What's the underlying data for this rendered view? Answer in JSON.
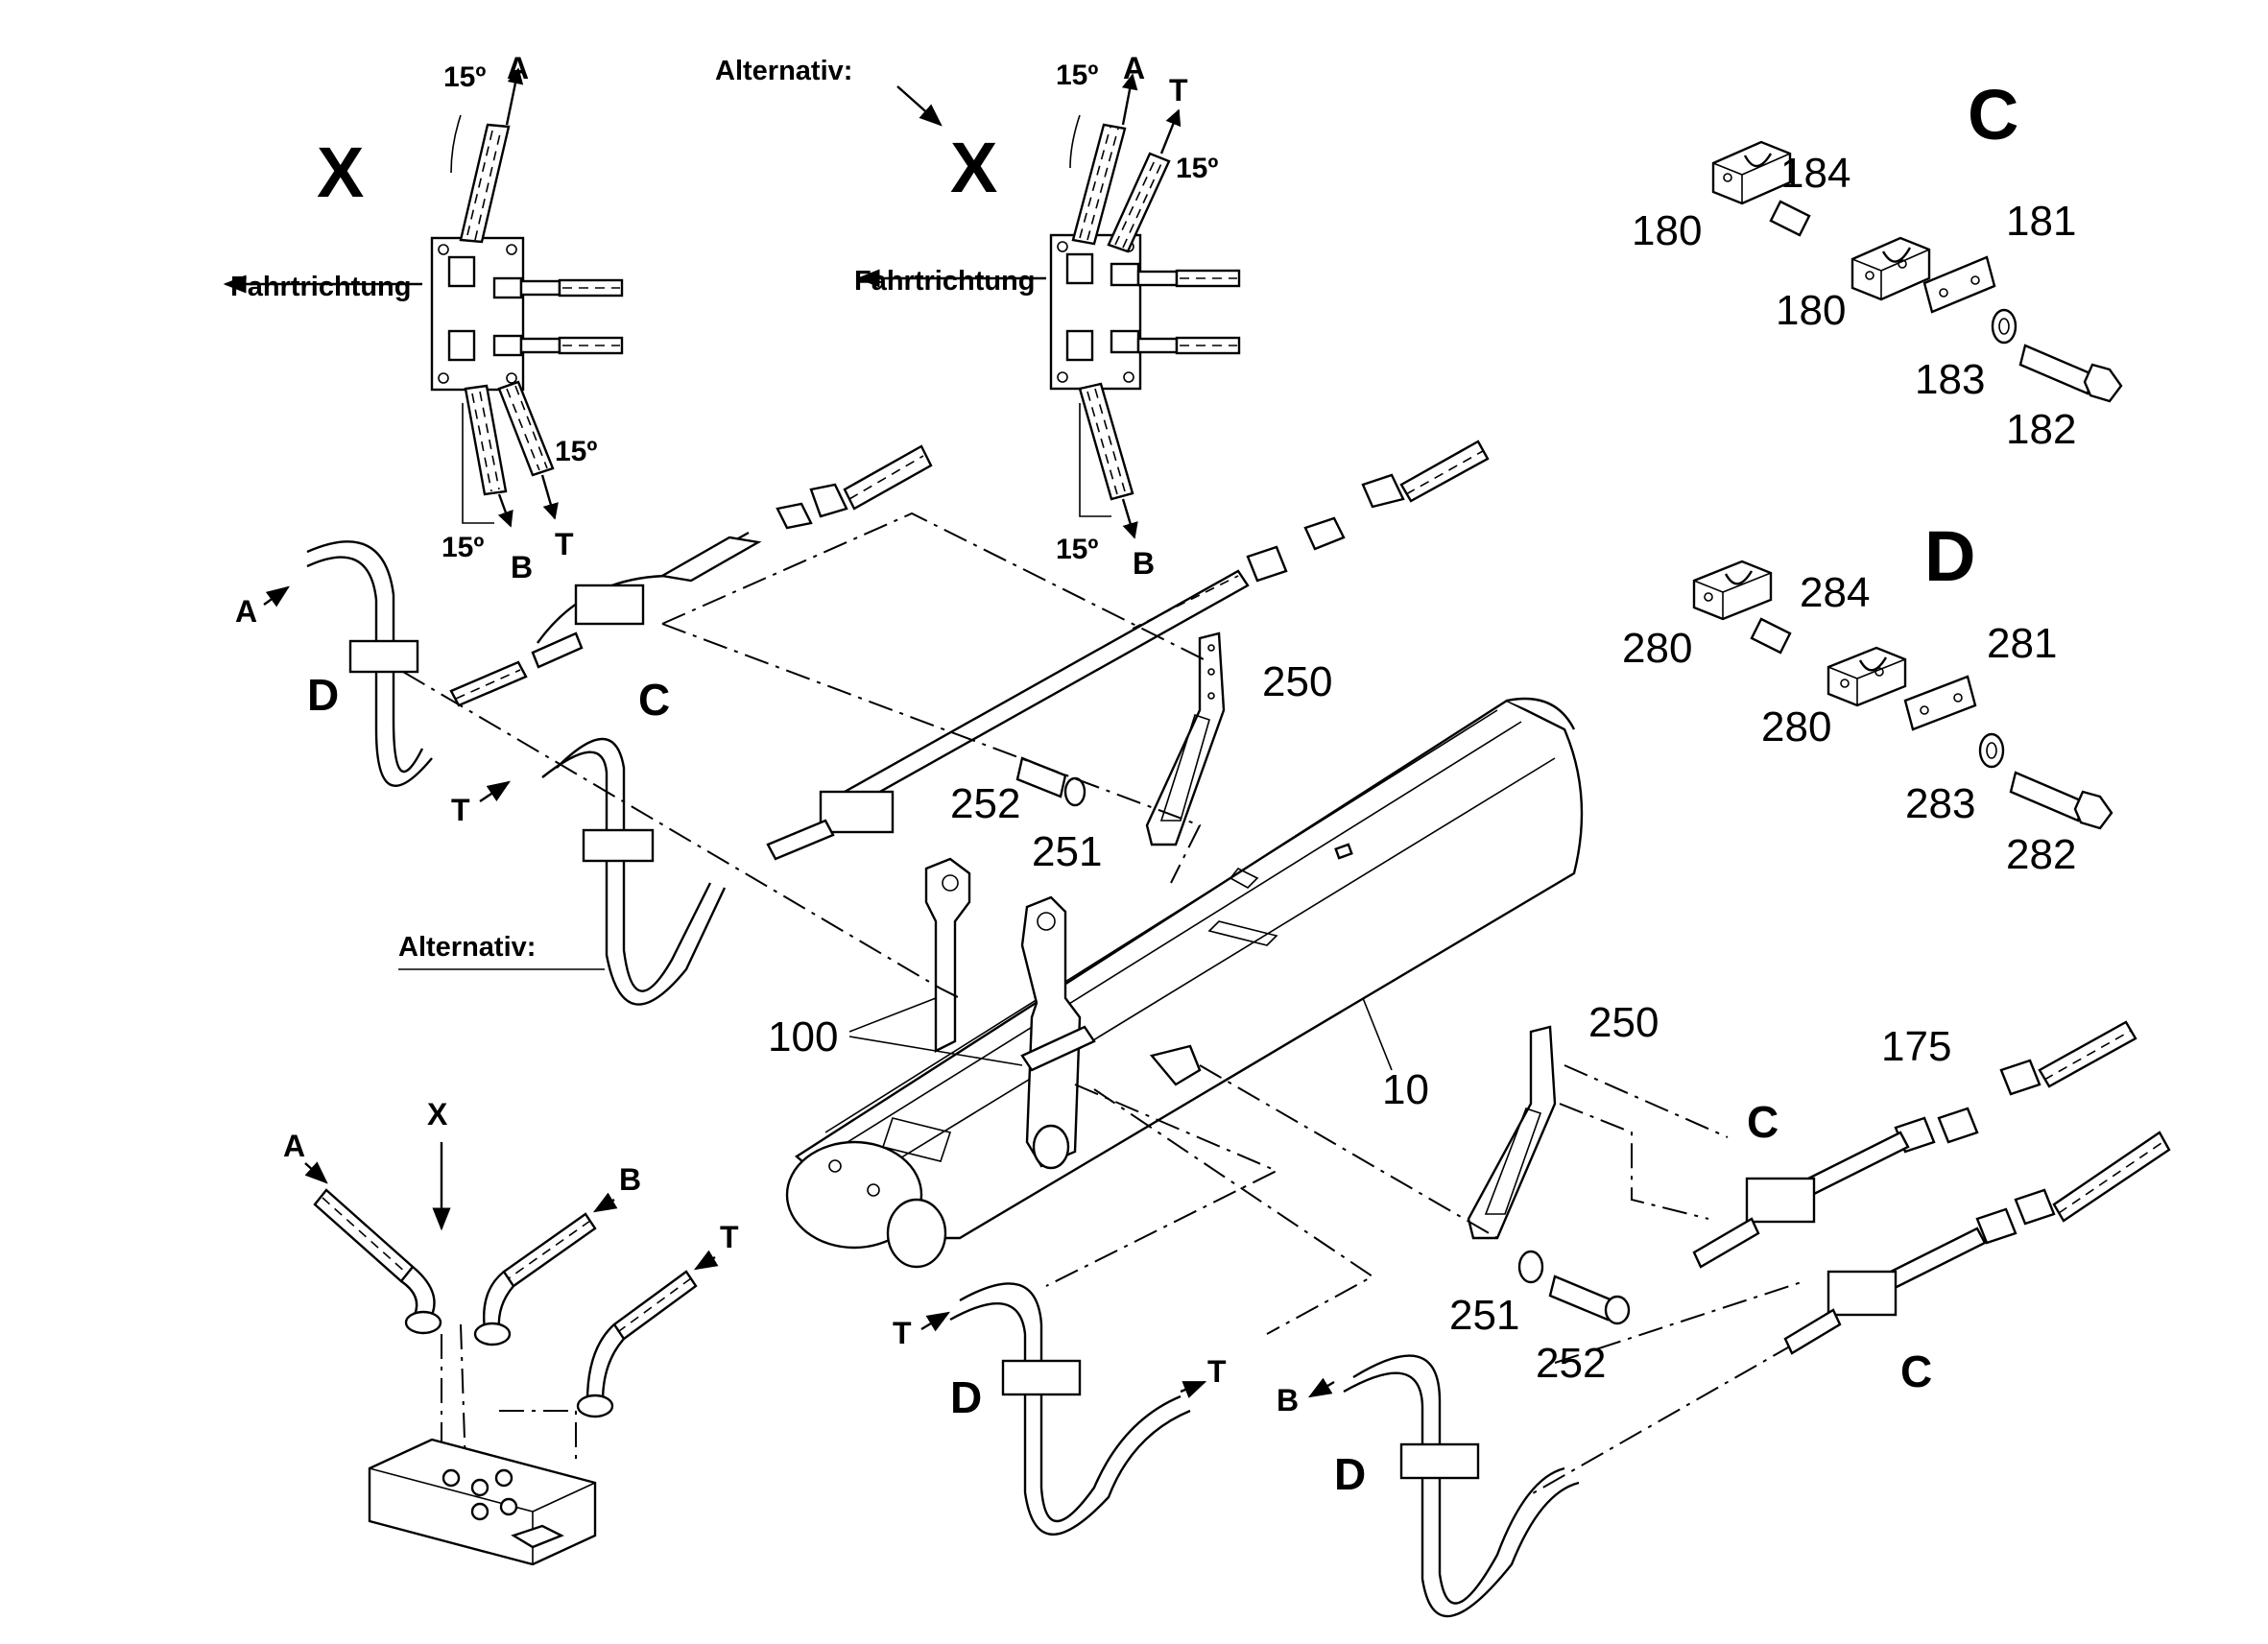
{
  "labels": {
    "x_view_left": "X",
    "x_view_right": "X",
    "x_arrow_bottom": "X",
    "alternativ_top": "Alternativ:",
    "alternativ_left": "Alternativ:",
    "fahrtrichtung_left": "Fahrtrichtung",
    "fahrtrichtung_right": "Fahrtrichtung",
    "detail_c": "C",
    "detail_d": "D",
    "deg_15": "15º",
    "port_a": "A",
    "port_b": "B",
    "port_t": "T",
    "clamp_c": "C",
    "clamp_d": "D"
  },
  "parts": {
    "p10": "10",
    "p100": "100",
    "p175": "175",
    "p180": "180",
    "p181": "181",
    "p182": "182",
    "p183": "183",
    "p184": "184",
    "p250": "250",
    "p251": "251",
    "p252": "252",
    "p280": "280",
    "p281": "281",
    "p282": "282",
    "p283": "283",
    "p284": "284"
  },
  "icons": [
    "arrow-icon",
    "hose-icon",
    "clamp-icon",
    "bolt-icon",
    "washer-icon",
    "fitting-icon",
    "bracket-icon",
    "valve-block-icon"
  ]
}
